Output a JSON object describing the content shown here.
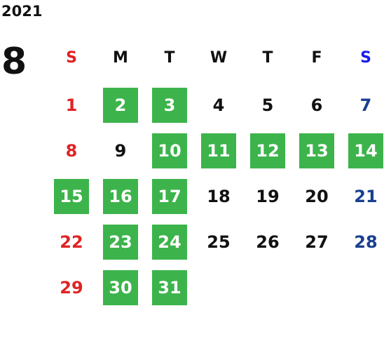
{
  "calendar": {
    "year": "2021",
    "month": "8",
    "weekdays": [
      "S",
      "M",
      "T",
      "W",
      "T",
      "F",
      "S"
    ],
    "weeks": [
      [
        "",
        "",
        "",
        "",
        "",
        "",
        ""
      ],
      [
        "1",
        "2",
        "3",
        "4",
        "5",
        "6",
        "7"
      ],
      [
        "8",
        "9",
        "10",
        "11",
        "12",
        "13",
        "14"
      ],
      [
        "15",
        "16",
        "17",
        "18",
        "19",
        "20",
        "21"
      ],
      [
        "22",
        "23",
        "24",
        "25",
        "26",
        "27",
        "28"
      ],
      [
        "29",
        "30",
        "31",
        "",
        "",
        "",
        ""
      ]
    ],
    "highlighted_days": [
      "2",
      "3",
      "10",
      "11",
      "12",
      "13",
      "14",
      "15",
      "16",
      "17",
      "23",
      "24",
      "30",
      "31"
    ],
    "colors": {
      "highlight": "#3cb44b",
      "sunday": "#e02424",
      "saturday": "#1a3f8f",
      "saturday_header": "#1a1aee"
    }
  }
}
